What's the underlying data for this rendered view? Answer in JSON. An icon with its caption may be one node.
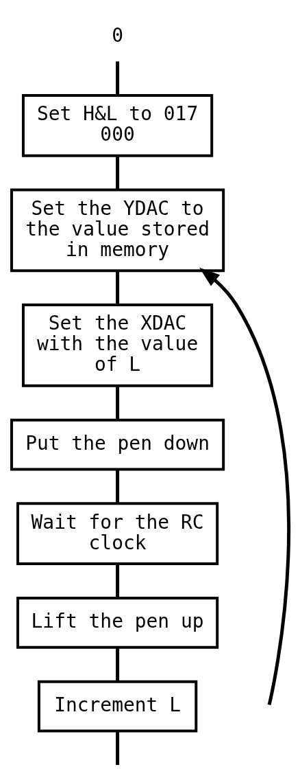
{
  "diagram": {
    "nodes": [
      {
        "text": [
          "0"
        ]
      },
      {
        "text": [
          "Set H&L to 017 000"
        ]
      },
      {
        "text": [
          "Set the YDAC to the value stored in memory"
        ]
      },
      {
        "text": [
          "Set the XDAC with the value of L"
        ]
      },
      {
        "text": [
          "Put the pen down"
        ]
      },
      {
        "text": [
          "Wait for the RC clock"
        ]
      },
      {
        "text": [
          "Lift the pen up"
        ]
      },
      {
        "text": [
          "Increment L"
        ]
      }
    ],
    "edges": [
      {
        "from": 0,
        "to": 1,
        "arrow": "none"
      },
      {
        "from": 1,
        "to": 2,
        "arrow": "none"
      },
      {
        "from": 2,
        "to": 3,
        "arrow": "none"
      },
      {
        "from": 3,
        "to": 4,
        "arrow": "none"
      },
      {
        "from": 4,
        "to": 5,
        "arrow": "none"
      },
      {
        "from": 5,
        "to": 6,
        "arrow": "none"
      },
      {
        "from": 6,
        "to": 7,
        "arrow": "none"
      },
      {
        "from": 7,
        "to": null,
        "arrow": "none"
      },
      {
        "from": null,
        "to": 2,
        "arrow": "to"
      }
    ]
  }
}
